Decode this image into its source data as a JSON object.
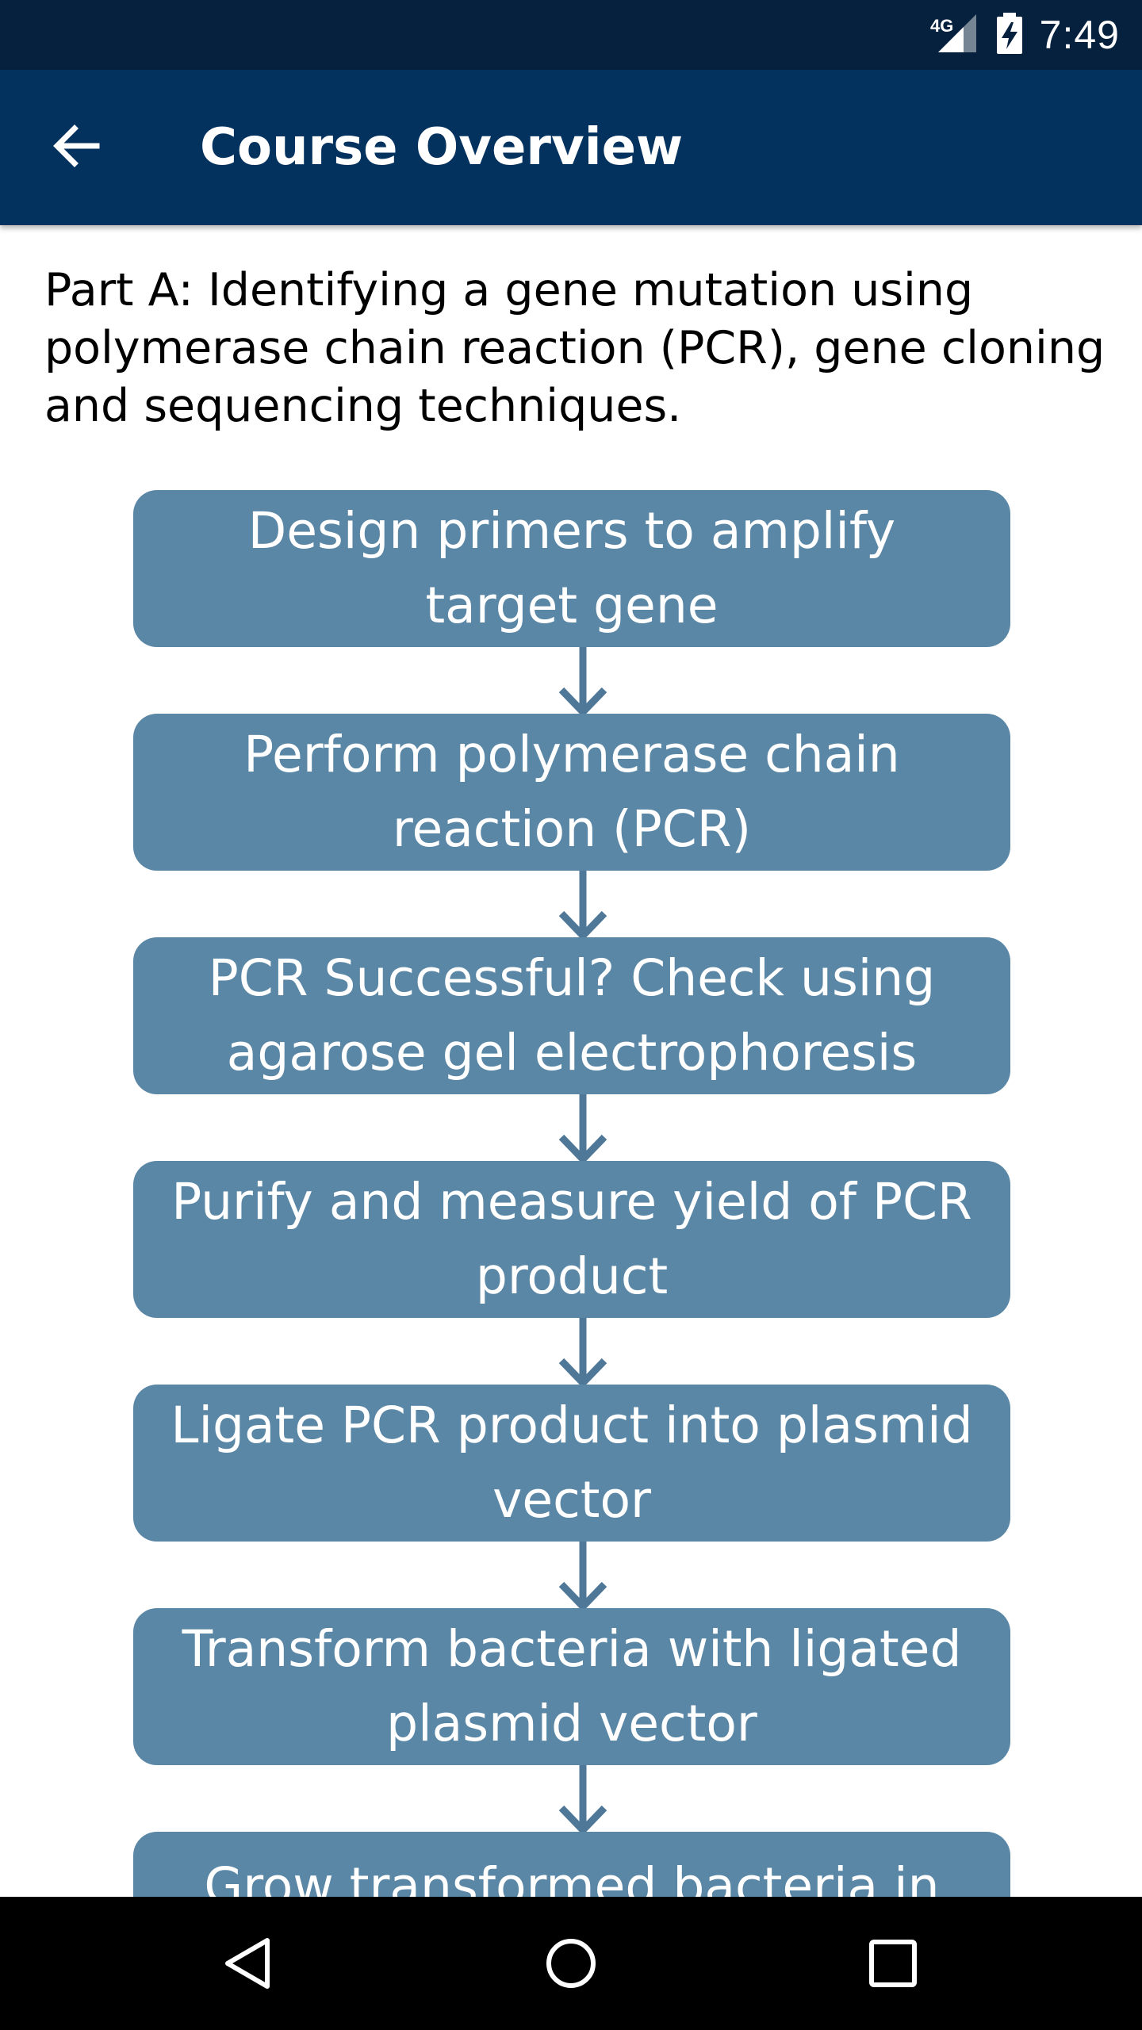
{
  "status_bar": {
    "network_label": "4G",
    "time": "7:49",
    "icons": [
      "signal-4g-icon",
      "battery-charging-icon"
    ]
  },
  "app_bar": {
    "back_icon": "arrow-back-icon",
    "title": "Course Overview",
    "background": "#04325f"
  },
  "content": {
    "intro": "Part A: Identifying a gene mutation using polymerase chain reaction (PCR), gene cloning and sequencing techniques."
  },
  "flowchart": {
    "box_color": "#5b87a6",
    "steps": [
      "Design primers to amplify target gene",
      "Perform polymerase chain reaction (PCR)",
      "PCR Successful? Check using agarose gel electrophoresis",
      "Purify and measure yield of PCR product",
      "Ligate PCR product into plasmid vector",
      "Transform bacteria with ligated plasmid vector",
      "Grow transformed bacteria in"
    ]
  },
  "nav_bar": {
    "back_icon": "nav-back-triangle-icon",
    "home_icon": "nav-home-circle-icon",
    "recents_icon": "nav-recents-square-icon"
  }
}
